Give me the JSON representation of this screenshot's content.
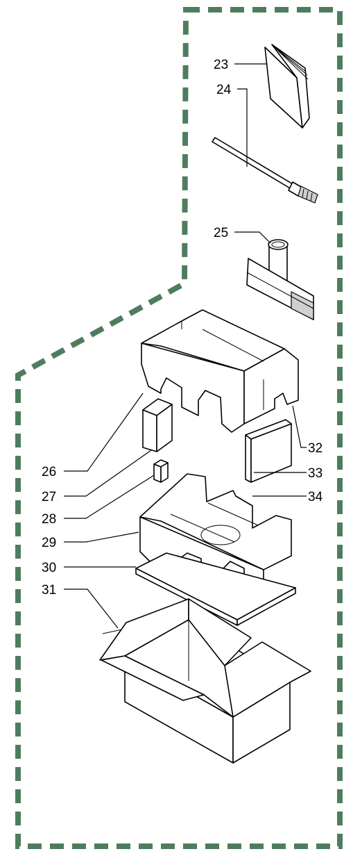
{
  "colors": {
    "boundary": "#4e7d5e",
    "line": "#000000",
    "background": "#ffffff"
  },
  "callouts": [
    {
      "id": "23",
      "label": "23"
    },
    {
      "id": "24",
      "label": "24"
    },
    {
      "id": "25",
      "label": "25"
    },
    {
      "id": "26",
      "label": "26"
    },
    {
      "id": "27",
      "label": "27"
    },
    {
      "id": "28",
      "label": "28"
    },
    {
      "id": "29",
      "label": "29"
    },
    {
      "id": "30",
      "label": "30"
    },
    {
      "id": "31",
      "label": "31"
    },
    {
      "id": "32",
      "label": "32"
    },
    {
      "id": "33",
      "label": "33"
    },
    {
      "id": "34",
      "label": "34"
    }
  ]
}
